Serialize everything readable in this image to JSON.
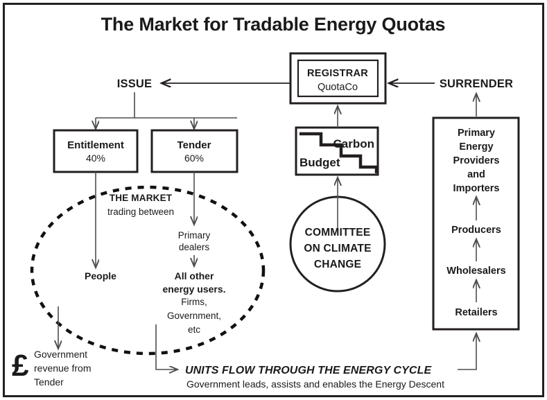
{
  "page": {
    "title": "The Market for Tradable Energy Quotas",
    "border_color": "#231f20",
    "background": "#ffffff"
  },
  "registrar": {
    "line1": "REGISTRAR",
    "line2": "QuotaCo"
  },
  "flow_labels": {
    "issue": "ISSUE",
    "surrender": "SURRENDER"
  },
  "issue_boxes": [
    {
      "name": "Entitlement",
      "share": "40%"
    },
    {
      "name": "Tender",
      "share": "60%"
    }
  ],
  "market": {
    "heading": "THE MARKET",
    "subheading": "trading between",
    "left_branch": {
      "label": "People"
    },
    "right_branch": {
      "intermediary_line1": "Primary",
      "intermediary_line2": "dealers",
      "users_line1": "All other",
      "users_line2": "energy users.",
      "detail_line1": "Firms,",
      "detail_line2": "Government,",
      "detail_line3": "etc"
    }
  },
  "carbon_budget": {
    "word1": "Carbon",
    "word2": "Budget"
  },
  "committee": {
    "line1": "COMMITTEE",
    "line2": "ON CLIMATE",
    "line3": "CHANGE"
  },
  "energy_chain": {
    "top_box": [
      "Primary",
      "Energy",
      "Providers",
      "and",
      "Importers"
    ],
    "steps": [
      "Producers",
      "Wholesalers",
      "Retailers"
    ]
  },
  "revenue": {
    "currency_symbol": "£",
    "line1": "Government",
    "line2": "revenue from",
    "line3": "Tender"
  },
  "footer": {
    "headline": "UNITS FLOW THROUGH THE ENERGY CYCLE",
    "subline": "Government leads, assists and enables the Energy Descent"
  }
}
